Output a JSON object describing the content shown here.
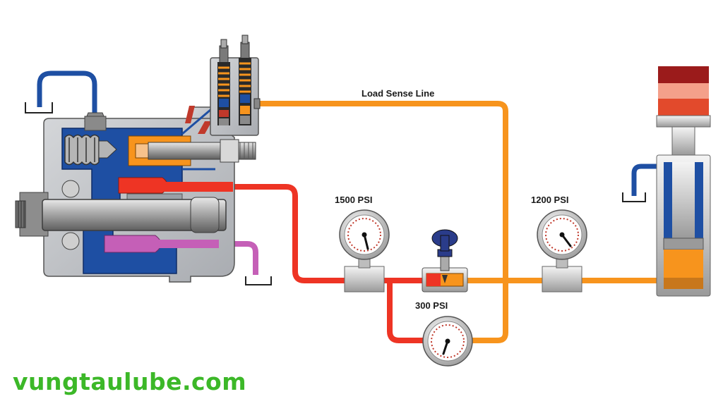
{
  "labels": {
    "load_sense": "Load Sense Line",
    "gauge_pump": "1500 PSI",
    "gauge_cylinder": "1200 PSI",
    "gauge_drop": "300 PSI"
  },
  "watermark": "vungtaulube.com",
  "colors": {
    "pressure": "#ee3424",
    "load_sense": "#f7941d",
    "drain": "#c55fb7",
    "case": "#1e4fa3",
    "brand": "#3cb828"
  }
}
